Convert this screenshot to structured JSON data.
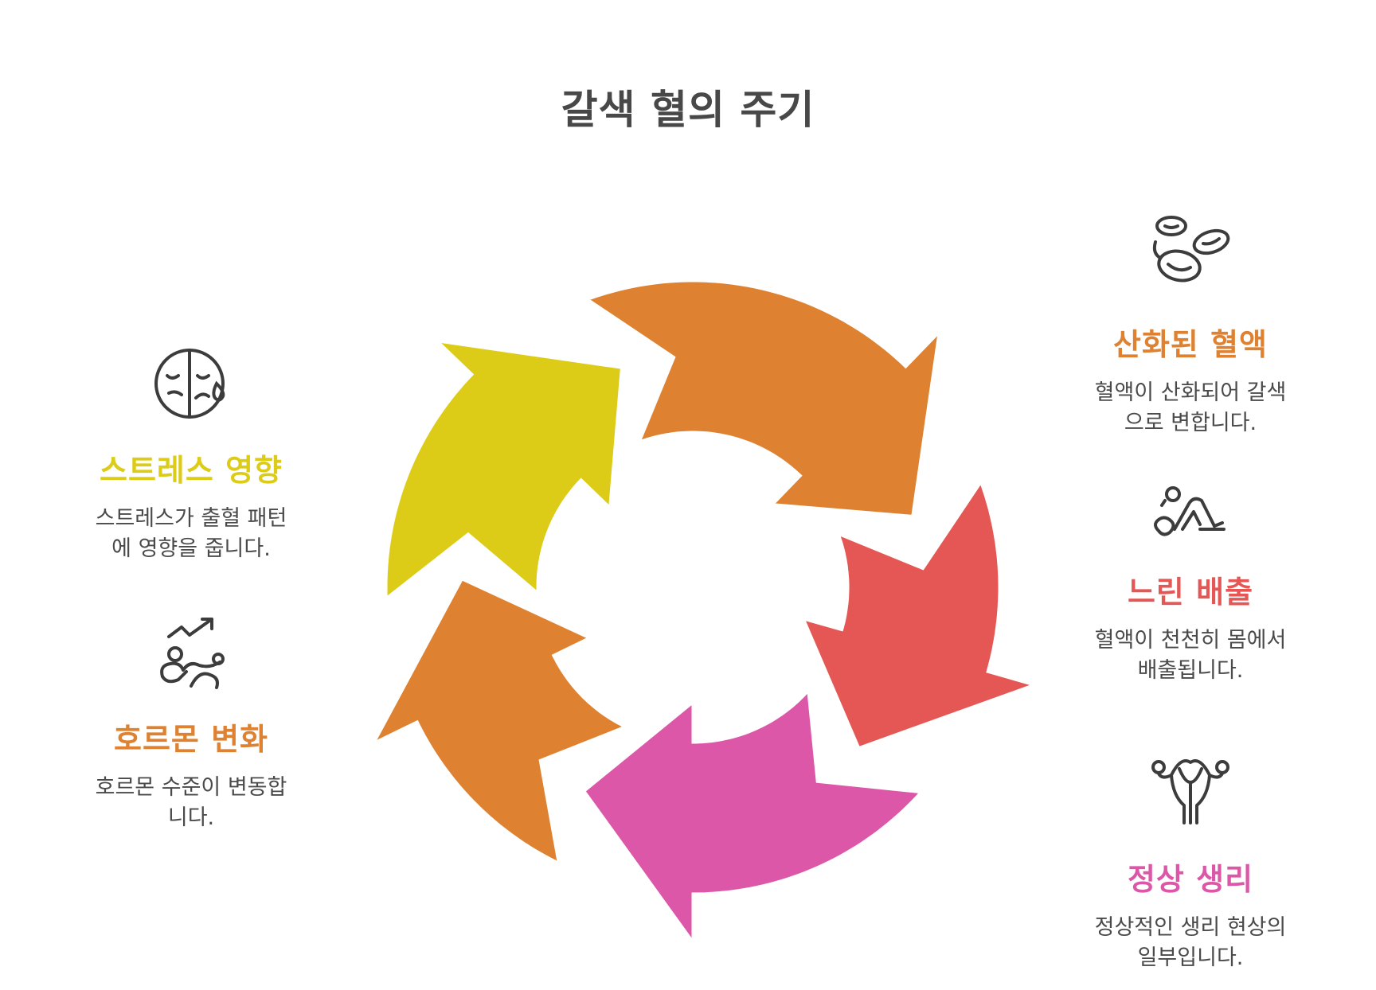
{
  "title": "갈색 혈의 주기",
  "colors": {
    "yellow": "#DDCC17",
    "orange": "#DE8231",
    "red": "#E45754",
    "pink": "#DD57A8",
    "text_dark": "#484848",
    "text_body": "#4a4a4a"
  },
  "stages": {
    "stress": {
      "title": "스트레스 영향",
      "desc_line1": "스트레스가 출혈 패턴",
      "desc_line2": "에 영향을 줍니다.",
      "icon": "sad-crying-face-icon",
      "color": "#DDCC17"
    },
    "hormone": {
      "title": "호르몬 변화",
      "desc_line1": "호르몬 수준이 변동합",
      "desc_line2": "니다.",
      "icon": "person-with-trend-arrow-icon",
      "color": "#DE8231"
    },
    "oxidized": {
      "title": "산화된 혈액",
      "desc_line1": "혈액이 산화되어 갈색",
      "desc_line2": "으로 변합니다.",
      "icon": "blood-cells-icon",
      "color": "#DE8231"
    },
    "slow": {
      "title": "느린 배출",
      "desc_line1": "혈액이 천천히 몸에서",
      "desc_line2": "배출됩니다.",
      "icon": "crawling-person-icon",
      "color": "#E45754"
    },
    "normal": {
      "title": "정상 생리",
      "desc_line1": "정상적인 생리 현상의",
      "desc_line2": "일부입니다.",
      "icon": "uterus-icon",
      "color": "#DD57A8"
    }
  }
}
